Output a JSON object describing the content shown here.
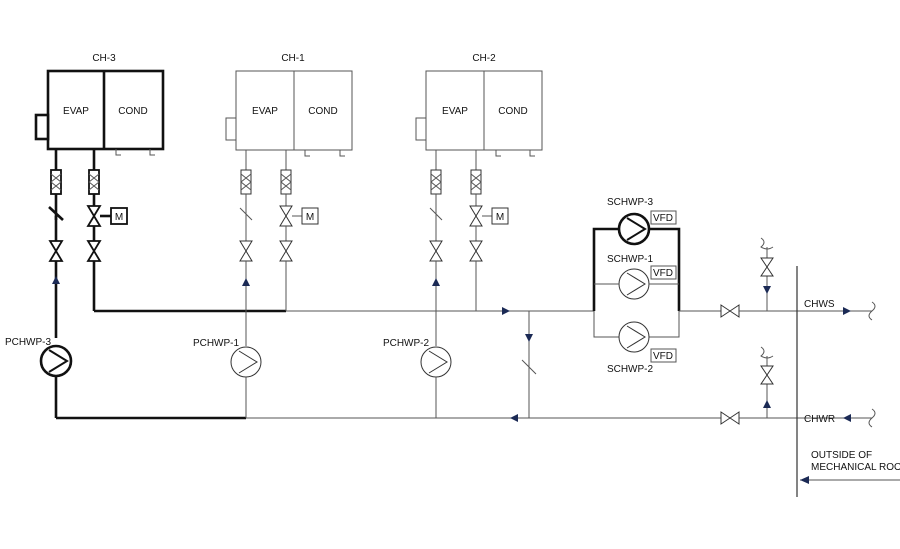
{
  "chillers": [
    {
      "name": "CH-3",
      "evap": "EVAP",
      "cond": "COND"
    },
    {
      "name": "CH-1",
      "evap": "EVAP",
      "cond": "COND"
    },
    {
      "name": "CH-2",
      "evap": "EVAP",
      "cond": "COND"
    }
  ],
  "motor_label": "M",
  "primary_pumps": [
    "PCHWP-3",
    "PCHWP-1",
    "PCHWP-2"
  ],
  "secondary_pumps": [
    "SCHWP-3",
    "SCHWP-1",
    "SCHWP-2"
  ],
  "vfd_label": "VFD",
  "headers": {
    "supply": "CHWS",
    "return": "CHWR"
  },
  "note_line1": "OUTSIDE OF",
  "note_line2": "MECHANICAL ROOM"
}
